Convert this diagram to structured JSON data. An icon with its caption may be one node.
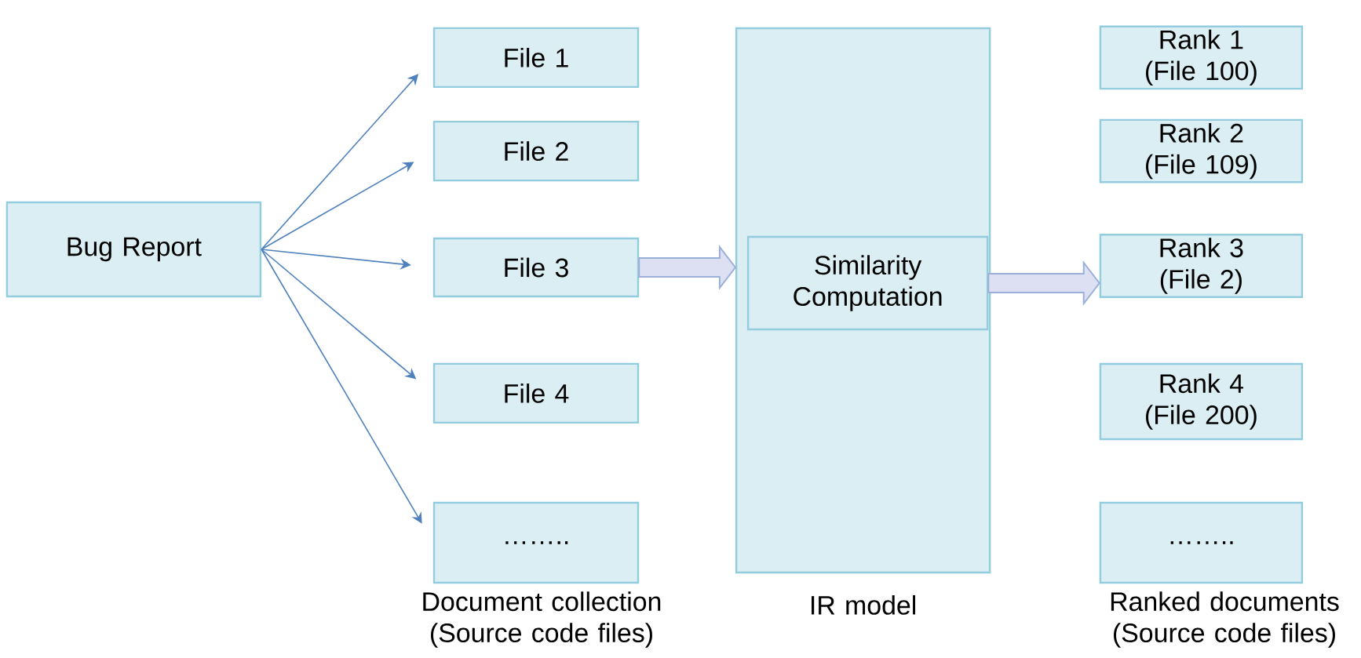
{
  "diagram": {
    "nodes": [
      {
        "text": [
          "Bug Report"
        ]
      },
      {
        "text": [
          "File 1"
        ]
      },
      {
        "text": [
          "File 2"
        ]
      },
      {
        "text": [
          "File 3"
        ]
      },
      {
        "text": [
          "File 4"
        ]
      },
      {
        "text": [
          "…….."
        ]
      },
      {
        "text": [
          "IR model"
        ]
      },
      {
        "text": [
          "Similarity Computation"
        ],
        "in": 6
      },
      {
        "text": [
          "Rank 1 (File 100)"
        ]
      },
      {
        "text": [
          "Rank 2 (File 109)"
        ]
      },
      {
        "text": [
          "Rank 3 (File 2)"
        ]
      },
      {
        "text": [
          "Rank 4 (File 200)"
        ]
      },
      {
        "text": [
          "…….."
        ]
      }
    ],
    "edges": [
      {
        "from": 0,
        "to": 1,
        "arrow": "to"
      },
      {
        "from": 0,
        "to": 2,
        "arrow": "to"
      },
      {
        "from": 0,
        "to": 3,
        "arrow": "to"
      },
      {
        "from": 0,
        "to": 4,
        "arrow": "to"
      },
      {
        "from": 0,
        "to": 5,
        "arrow": "to"
      },
      {
        "from": 3,
        "to": 6,
        "arrow": "to",
        "style": "thick"
      },
      {
        "from": 7,
        "to": 10,
        "arrow": "to",
        "style": "thick"
      }
    ],
    "labels": [
      "Document collection (Source code files)",
      "Ranked documents (Source code files)"
    ]
  }
}
